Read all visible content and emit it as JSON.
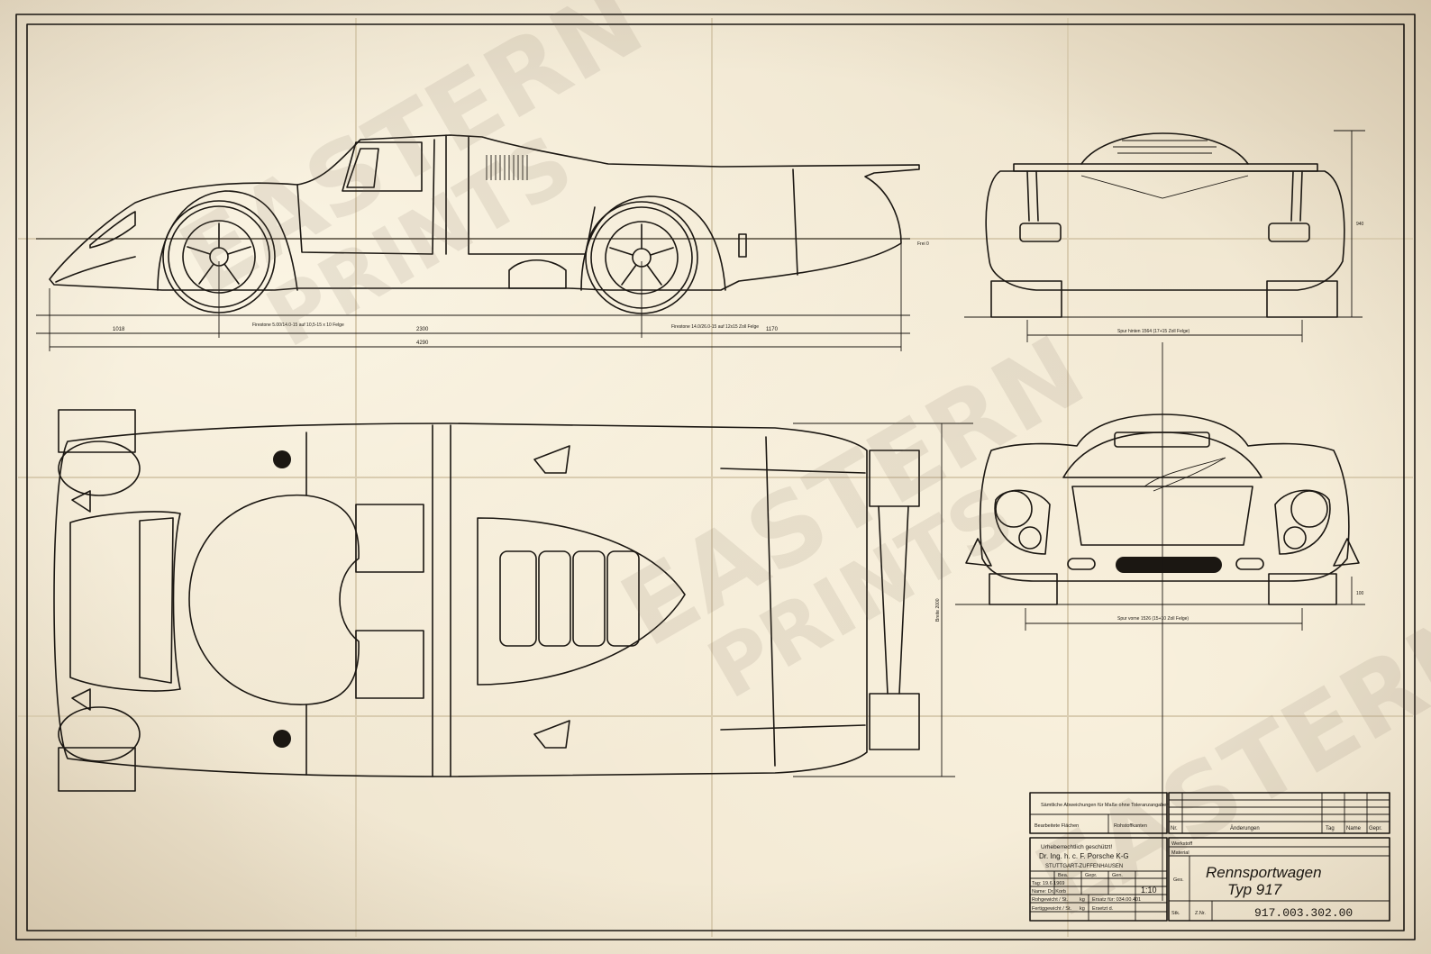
{
  "watermark": {
    "line1": "EASTERN",
    "line2": "PRINTS"
  },
  "side_view": {
    "front_tire_note": "Firestone 5.00/14.0-15 auf 10,5-15 x 10 Felge",
    "rear_tire_note": "Firestone 14.0/26.0-15 auf 12x15 Zoll Felge",
    "ground_note": "Frei 0",
    "dim_front_overhang": "1018",
    "dim_wheelbase": "2300",
    "dim_rear_overhang": "1170",
    "dim_overall": "4290"
  },
  "rear_view": {
    "track_note": "Spur hinten 1564 (17+15 Zoll Felge)",
    "height_dim": "940"
  },
  "front_view": {
    "track_note": "Spur vorne 1526 (15+10 Zoll Felge)",
    "ground_dim": "100"
  },
  "top_view": {
    "width_dim": "Breite 2000"
  },
  "title_block": {
    "general_tolerances": "Sämtliche Abweichungen für Maße ohne Toleranzangaben",
    "surfaces_label": "Bearbeitete Flächen",
    "raw_dims_label": "Rohstoffkanten",
    "col_nr": "Nr.",
    "col_changes": "Änderungen",
    "col_day": "Tag",
    "col_name": "Name",
    "col_gepr": "Gepr.",
    "copyright": "Urheberrechtlich geschützt!",
    "company": "Dr. Ing. h. c. F. Porsche K-G",
    "city": "STUTTGART-ZUFFENHAUSEN",
    "cell_bea": "Bea.",
    "cell_gepr": "Gepr.",
    "cell_gen": "Gen.",
    "date_row": "Tag: 19.6.1969",
    "name_row": "Name: Dr. Korb",
    "scale": "1:10",
    "rohgewicht": "Rohgewicht / St.",
    "fertiggewicht": "Fertiggewicht / St.",
    "kg1": "kg",
    "kg2": "kg",
    "ersatz_fuer": "Ersatz für: 034.00.401",
    "ersetzt_durch": "Ersetzt d.",
    "werkstoff": "Werkstoff",
    "material": "Material",
    "ges_label": "Ges.",
    "title_line1": "Rennsportwagen",
    "title_line2": "Typ 917",
    "stk_label": "Stk.",
    "znr_label": "Z.Nr.",
    "drawing_number": "917.003.302.00"
  }
}
